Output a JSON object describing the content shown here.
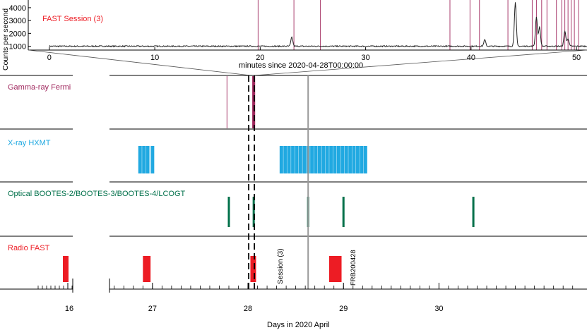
{
  "chart_data": {
    "type": "timeline",
    "top_panel": {
      "type": "line",
      "label": "FAST Session (3)",
      "ylabel": "Counts per second",
      "xlabel": "minutes since 2020-04-28T00:00:00",
      "xlim": [
        -2,
        51
      ],
      "ylim": [
        700,
        4600
      ],
      "xticks": [
        0,
        10,
        20,
        30,
        40,
        50
      ],
      "yticks": [
        1000,
        2000,
        3000,
        4000
      ],
      "baseline": 1000,
      "spikes": [
        {
          "x": 23.0,
          "y": 1700
        },
        {
          "x": 41.3,
          "y": 1500
        },
        {
          "x": 44.2,
          "y": 4400
        },
        {
          "x": 46.2,
          "y": 3300
        },
        {
          "x": 46.5,
          "y": 2500
        },
        {
          "x": 48.9,
          "y": 2200
        },
        {
          "x": 49.2,
          "y": 1600
        }
      ],
      "fermi_minutes": [
        19.8,
        23.2,
        25.7,
        38.0,
        39.9,
        40.8,
        43.5,
        45.8,
        46.2,
        46.7,
        47.2,
        48.1,
        48.6,
        48.9,
        49.2,
        49.5,
        49.8,
        50.2
      ]
    },
    "xlabel": "Days in 2020 April",
    "break_tick_label": "16",
    "break_day_x": 16,
    "xlim": [
      26.55,
      31.55
    ],
    "xticks": [
      27,
      28,
      29,
      30
    ],
    "session_day": 28.03,
    "session_label": "Session (3)",
    "frb_day": 28.63,
    "frb_label": "FRB200428",
    "panels": [
      {
        "label": "Gamma-ray  Fermi",
        "color": "#a0285e",
        "events": [
          27.78,
          28.05,
          28.06,
          28.065,
          28.07
        ]
      },
      {
        "label": "X-ray HXMT",
        "color": "#21a9e1",
        "events": [
          26.87,
          26.91,
          26.95,
          27.0,
          28.35,
          28.39,
          28.43,
          28.47,
          28.51,
          28.55,
          28.59,
          28.63,
          28.67,
          28.71,
          28.75,
          28.79,
          28.83,
          28.87,
          28.91,
          28.95,
          28.99,
          29.03,
          29.07,
          29.11,
          29.15,
          29.19,
          29.23
        ]
      },
      {
        "label": "Optical BOOTES-2/BOOTES-3/BOOTES-4/LCOGT",
        "color": "#00704a",
        "events": [
          27.8,
          28.06,
          28.63,
          29.0,
          30.36
        ]
      },
      {
        "label": "Radio FAST",
        "color": "#ed1c24",
        "segments": [
          [
            15.9,
            16.0
          ],
          [
            26.9,
            26.98
          ],
          [
            28.04,
            28.07
          ],
          [
            28.85,
            28.98
          ]
        ]
      }
    ]
  }
}
